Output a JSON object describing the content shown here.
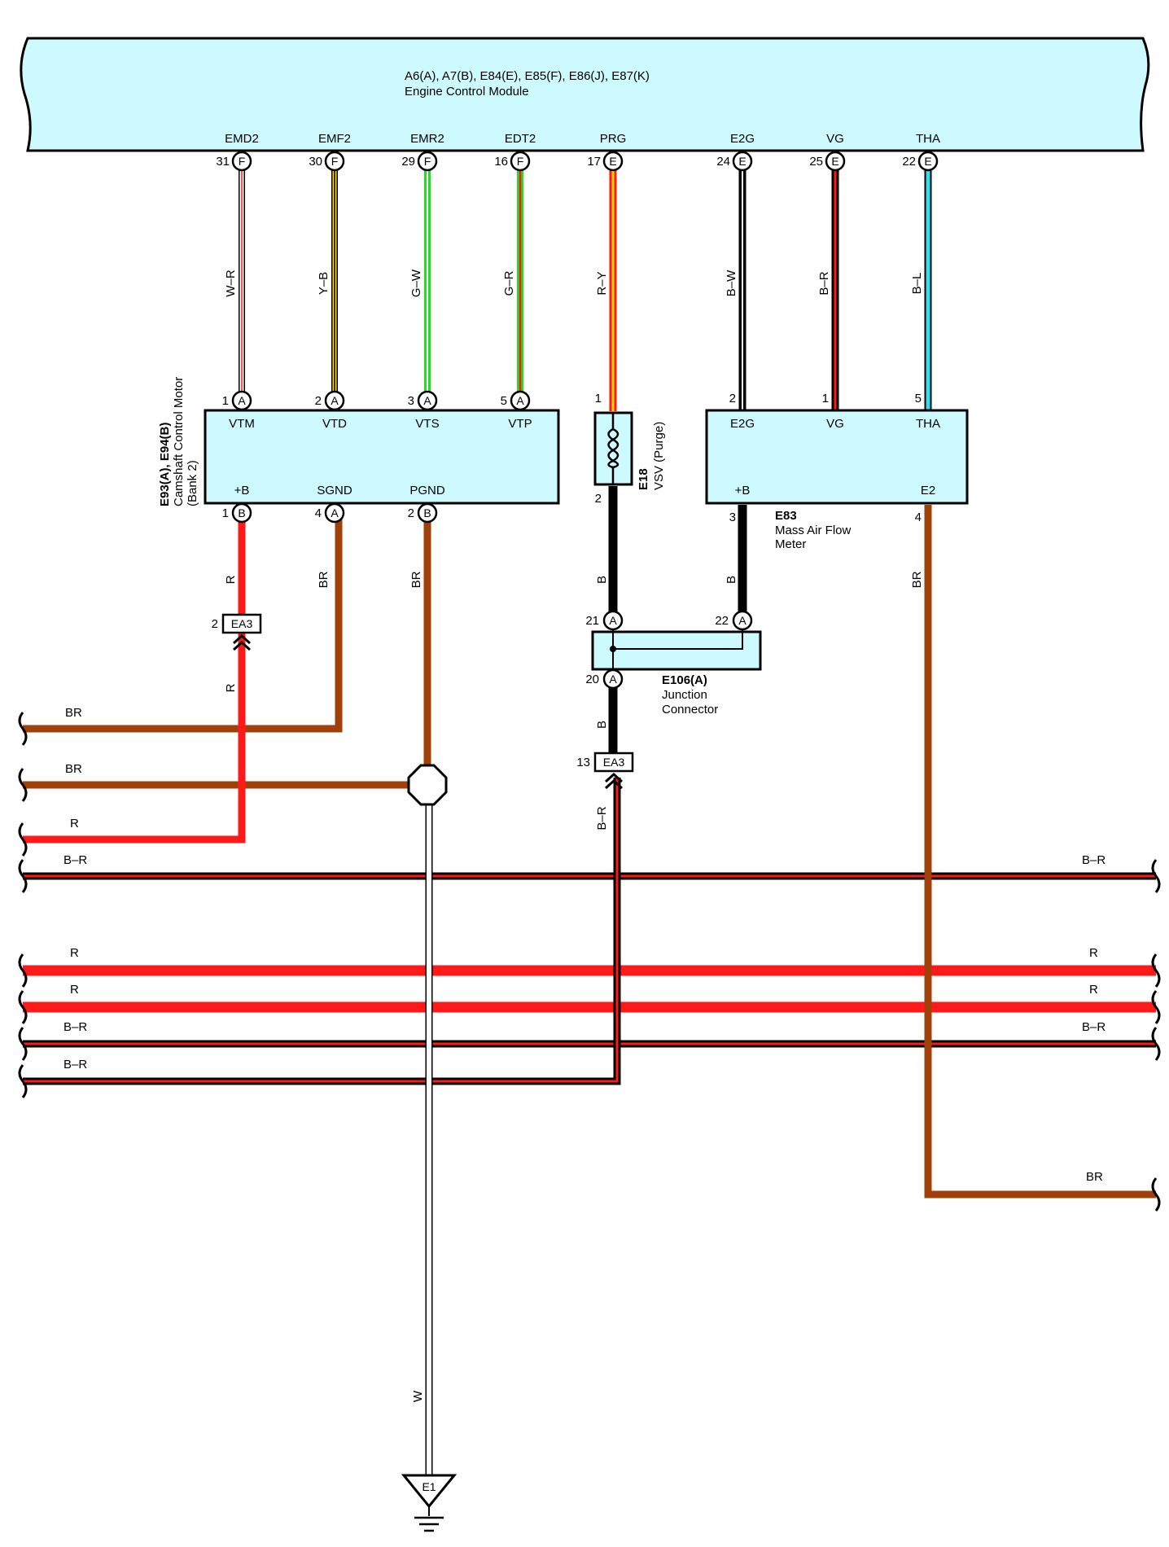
{
  "ecm": {
    "title": "A6(A), A7(B), E84(E), E85(F), E86(J), E87(K)",
    "subtitle": "Engine Control Module",
    "terminals": [
      {
        "name": "EMD2",
        "pin": "31",
        "conn": "F"
      },
      {
        "name": "EMF2",
        "pin": "30",
        "conn": "F"
      },
      {
        "name": "EMR2",
        "pin": "29",
        "conn": "F"
      },
      {
        "name": "EDT2",
        "pin": "16",
        "conn": "F"
      },
      {
        "name": "PRG",
        "pin": "17",
        "conn": "E"
      },
      {
        "name": "E2G",
        "pin": "24",
        "conn": "E"
      },
      {
        "name": "VG",
        "pin": "25",
        "conn": "E"
      },
      {
        "name": "THA",
        "pin": "22",
        "conn": "E"
      }
    ]
  },
  "ecm_wires": [
    "W–R",
    "Y–B",
    "G–W",
    "G–R",
    "R–Y",
    "B–W",
    "B–R",
    "B–L"
  ],
  "wire_colors": {
    "W": "#ffffff",
    "R": "#ff1a1a",
    "Y": "#ffd800",
    "G": "#22dd22",
    "B": "#000000",
    "L": "#33ddee",
    "BR": "#a0400a",
    "fill": "#cdfaff"
  },
  "camshaft_motor": {
    "ids": "E93(A), E94(B)",
    "name": "Camshaft Control Motor",
    "bank": "(Bank 2)",
    "top_terminals": [
      {
        "name": "VTM",
        "pin": "1",
        "conn": "A"
      },
      {
        "name": "VTD",
        "pin": "2",
        "conn": "A"
      },
      {
        "name": "VTS",
        "pin": "3",
        "conn": "A"
      },
      {
        "name": "VTP",
        "pin": "5",
        "conn": "A"
      }
    ],
    "bottom_terminals": [
      {
        "name": "+B",
        "pin": "1",
        "conn": "B"
      },
      {
        "name": "SGND",
        "pin": "4",
        "conn": "A"
      },
      {
        "name": "PGND",
        "pin": "2",
        "conn": "B"
      }
    ],
    "bottom_wires": [
      "R",
      "BR",
      "BR"
    ]
  },
  "vsv": {
    "id": "E18",
    "name": "VSV (Purge)",
    "pin_top": "1",
    "pin_bottom": "2",
    "wire": "B"
  },
  "maf": {
    "id": "E83",
    "name_line1": "Mass Air Flow",
    "name_line2": "Meter",
    "top_terminals": [
      {
        "name": "E2G",
        "pin": "2"
      },
      {
        "name": "VG",
        "pin": "1"
      },
      {
        "name": "THA",
        "pin": "5"
      }
    ],
    "bottom_terminals": [
      {
        "name": "+B",
        "pin": "3"
      },
      {
        "name": "E2",
        "pin": "4"
      }
    ],
    "wires": [
      "B",
      "BR"
    ]
  },
  "junction": {
    "id": "E106(A)",
    "name_line1": "Junction",
    "name_line2": "Connector",
    "pins": [
      {
        "pin": "21",
        "conn": "A"
      },
      {
        "pin": "22",
        "conn": "A"
      },
      {
        "pin": "20",
        "conn": "A"
      }
    ],
    "out_wire": "B"
  },
  "ea3_left": {
    "label": "EA3",
    "pin": "2",
    "wire_below": "R"
  },
  "ea3_right": {
    "label": "EA3",
    "pin": "13",
    "wire_below": "B–R"
  },
  "left_lines": [
    "BR",
    "BR",
    "R",
    "B–R",
    "R",
    "R",
    "B–R",
    "B–R"
  ],
  "right_lines": [
    "B–R",
    "R",
    "R",
    "B–R",
    "BR"
  ],
  "ground": {
    "wire": "W",
    "label": "E1"
  }
}
